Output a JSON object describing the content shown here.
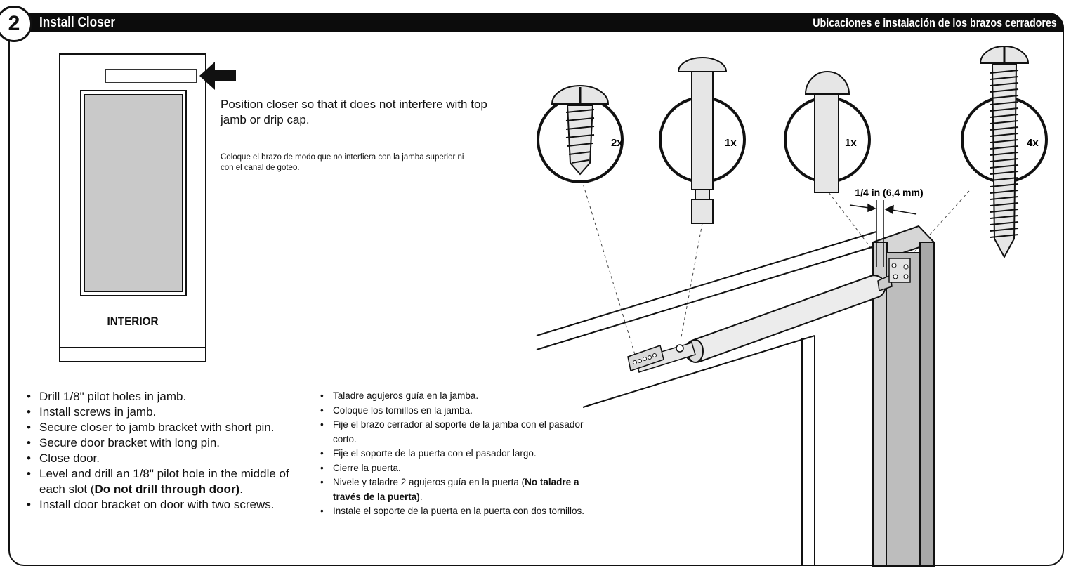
{
  "header": {
    "step_number": "2",
    "title": "Install Closer",
    "subtitle": "Ubicaciones e instalación de los brazos cerradores"
  },
  "door_diagram": {
    "label": "INTERIOR"
  },
  "position_note": {
    "english": "Position closer so that it does not interfere with top jamb or drip cap.",
    "spanish": "Coloque el brazo de modo que no interfiera con la jamba superior ni con el canal de goteo."
  },
  "hardware": [
    {
      "name": "screw-short",
      "quantity": "2x"
    },
    {
      "name": "pin-long",
      "quantity": "1x"
    },
    {
      "name": "pin-short",
      "quantity": "1x"
    },
    {
      "name": "screw-long",
      "quantity": "4x"
    }
  ],
  "dimension_label": "1/4 in (6,4 mm)",
  "steps_en": [
    {
      "text": "Drill 1/8\" pilot holes in jamb.",
      "bold": "",
      "after": ""
    },
    {
      "text": " Install screws in jamb.",
      "bold": "",
      "after": ""
    },
    {
      "text": "Secure closer to jamb bracket with short pin.",
      "bold": "",
      "after": ""
    },
    {
      "text": "Secure door bracket with long pin.",
      "bold": "",
      "after": ""
    },
    {
      "text": "Close door.",
      "bold": "",
      "after": ""
    },
    {
      "text": "Level and drill an 1/8\" pilot hole in the middle of each slot (",
      "bold": "Do not drill through door)",
      "after": "."
    },
    {
      "text": "Install door bracket on door with two screws.",
      "bold": "",
      "after": ""
    }
  ],
  "steps_es": [
    {
      "text": "Taladre agujeros guía en la jamba.",
      "bold": "",
      "after": ""
    },
    {
      "text": "Coloque los tornillos en la jamba.",
      "bold": "",
      "after": ""
    },
    {
      "text": "Fije el brazo cerrador al soporte de la jamba con el pasador corto.",
      "bold": "",
      "after": ""
    },
    {
      "text": "Fije el soporte de la puerta con el pasador largo.",
      "bold": "",
      "after": ""
    },
    {
      "text": "Cierre la puerta.",
      "bold": "",
      "after": ""
    },
    {
      "text": "Nivele y taladre 2 agujeros guía en la puerta (",
      "bold": "No taladre a través de la puerta)",
      "after": "."
    },
    {
      "text": "Instale el soporte de la puerta en la puerta con dos tornillos.",
      "bold": "",
      "after": ""
    }
  ],
  "colors": {
    "header_bg": "#0c0c0c",
    "glass": "#c9c9c9",
    "jamb": "#c8c8c8"
  }
}
